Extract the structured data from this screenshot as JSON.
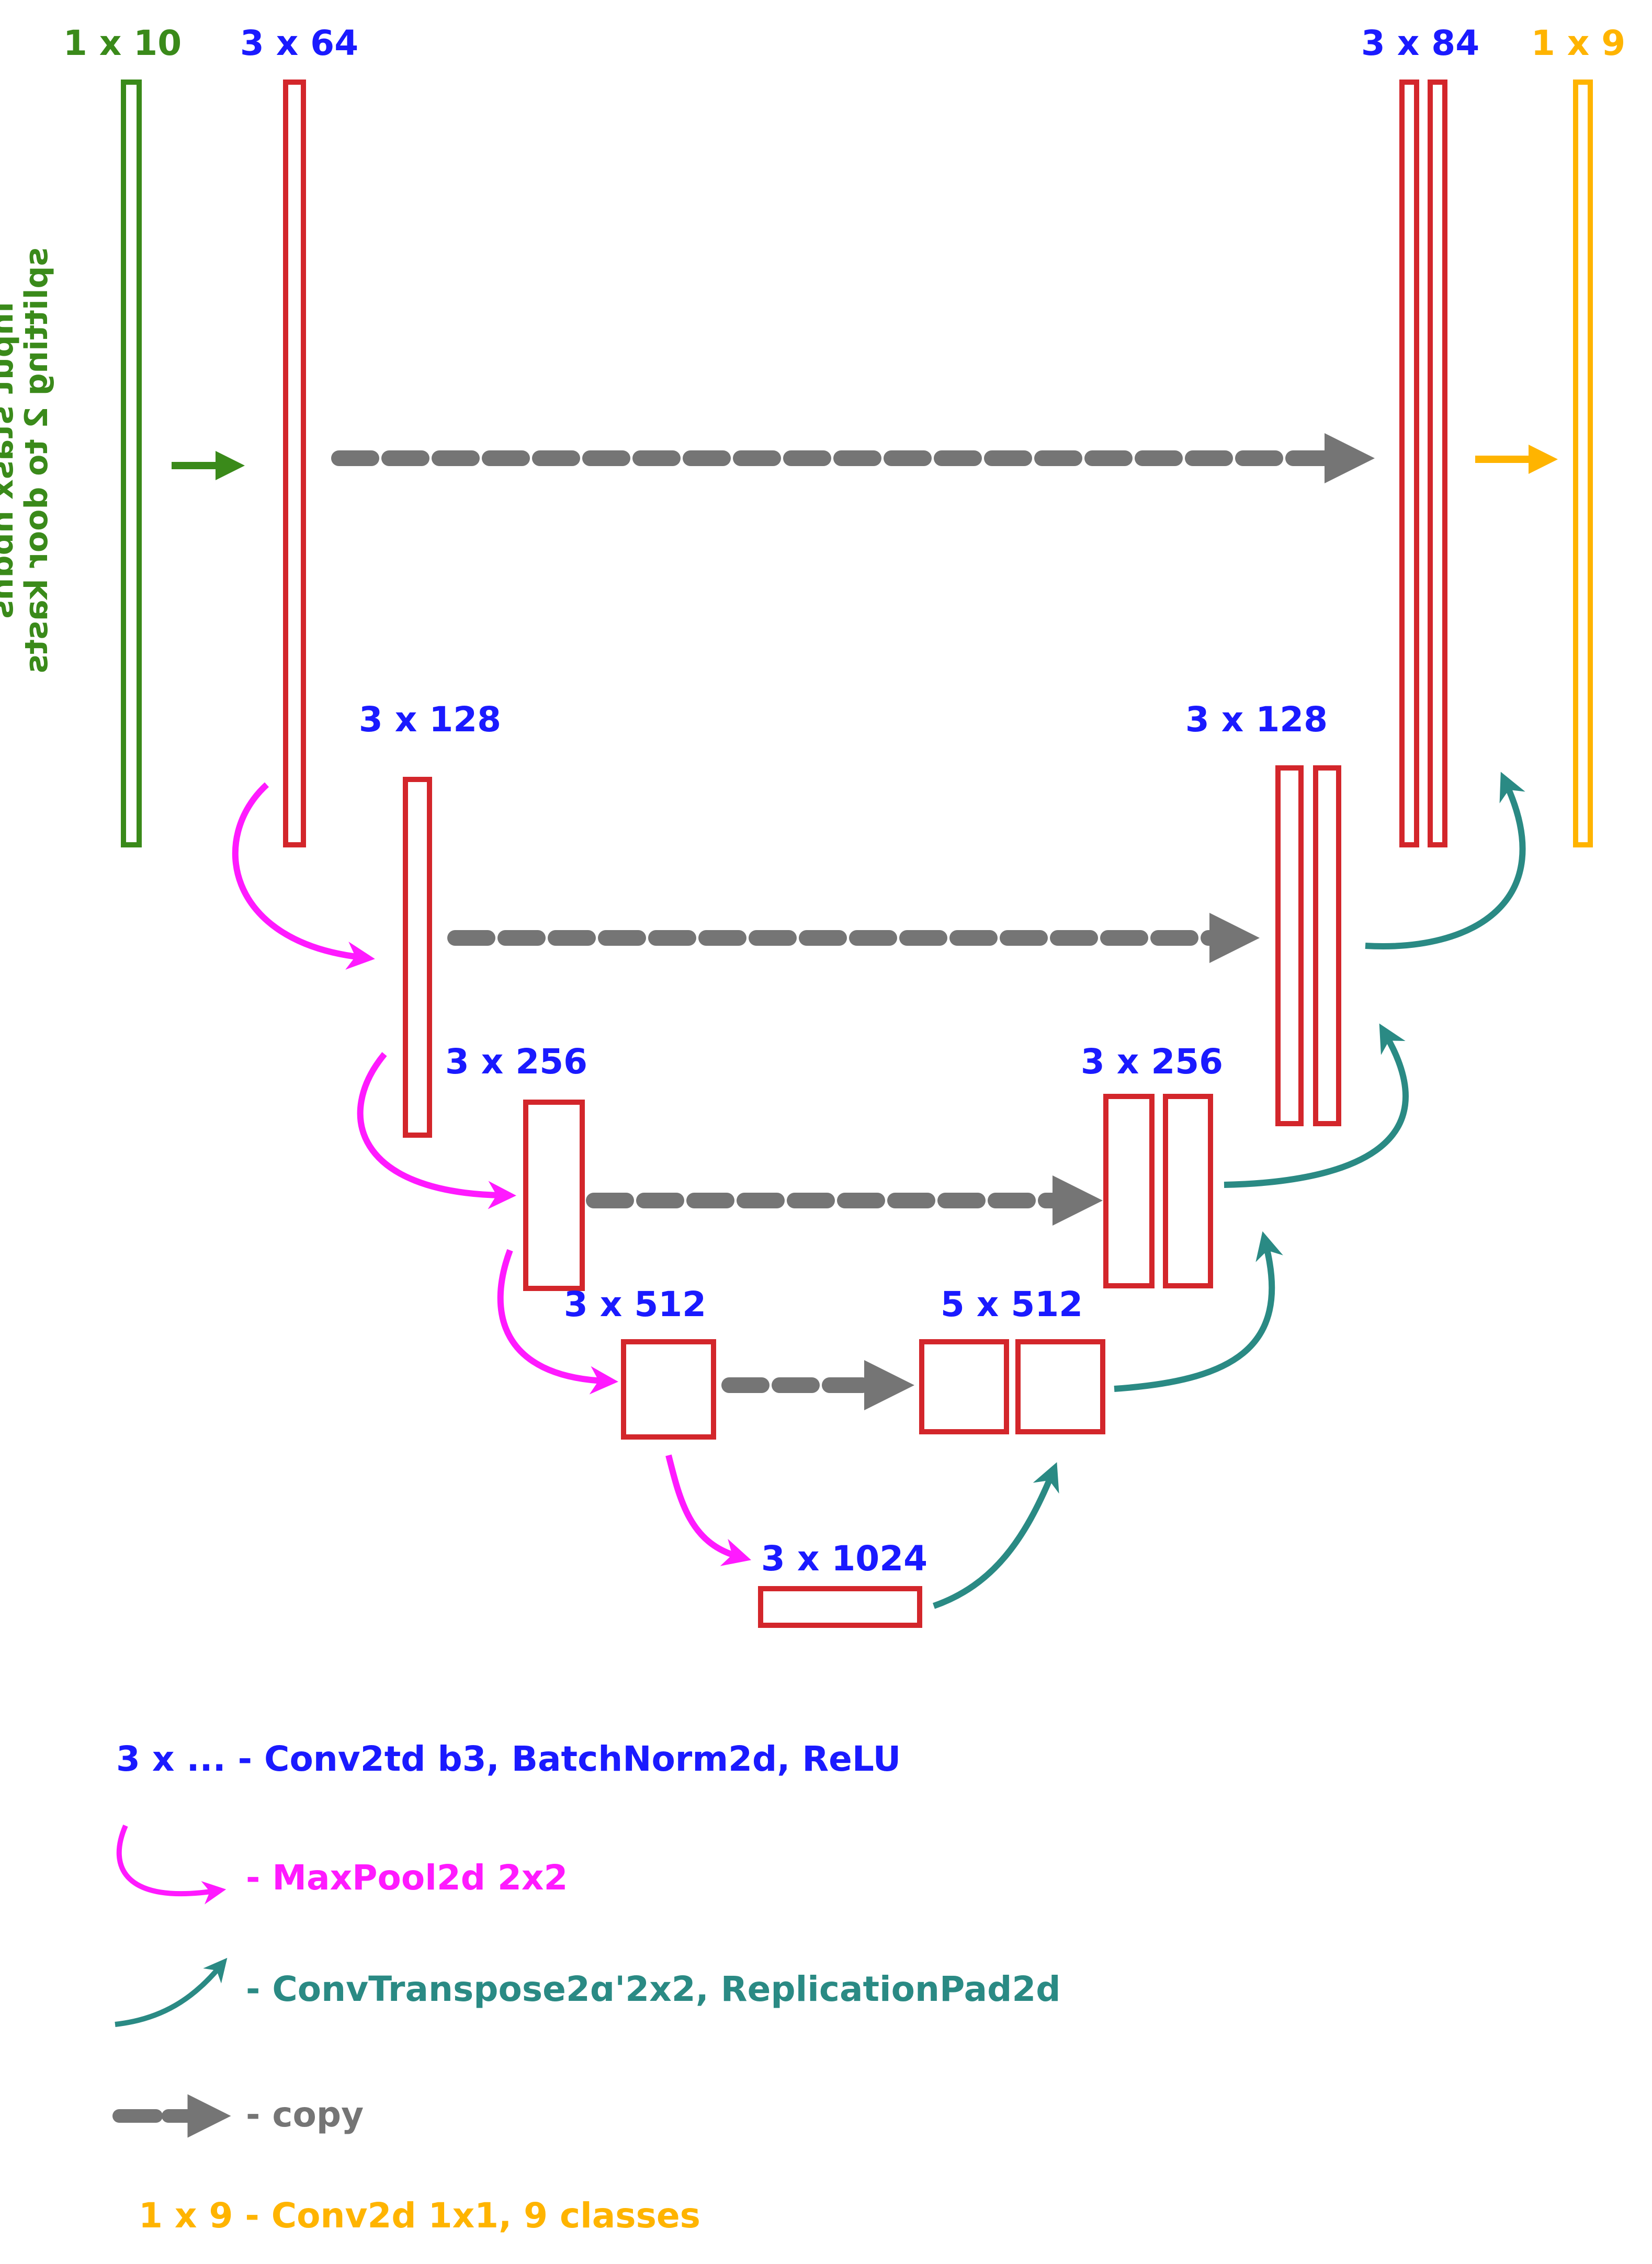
{
  "colors": {
    "green": "#3a8a1a",
    "blue": "#1a1aff",
    "red": "#d3262b",
    "magenta": "#ff1aff",
    "teal": "#2a8a84",
    "gray": "#757575",
    "gold": "#ffb400"
  },
  "labels": {
    "input_size": "1 x 10",
    "enc1": "3 x 64",
    "enc2": "3 x 128",
    "enc3": "3 x 256",
    "enc4": "3 x 512",
    "bottleneck": "3 x 1024",
    "dec4": "5 x 512",
    "dec3": "3 x 256",
    "dec2": "3 x 128",
    "dec1": "3 x 84",
    "output_size": "1 x 9"
  },
  "side_text": {
    "line1": "splitting 2 to door kasts",
    "line2": "input stasx nbdns"
  },
  "legend": {
    "conv": "3 x ... - Conv2td b3, BatchNorm2d, ReLU",
    "maxpool": "- MaxPool2d 2x2",
    "convtranspose": "- ConvTranspose2ɑ'2x2, ReplicationPad2d",
    "copy": "- copy",
    "output": "1 x 9 - Conv2d 1x1, 9 classes"
  },
  "legend_icons": [
    "maxpool-arrow-icon",
    "convtranspose-arrow-icon",
    "copy-arrow-icon"
  ]
}
